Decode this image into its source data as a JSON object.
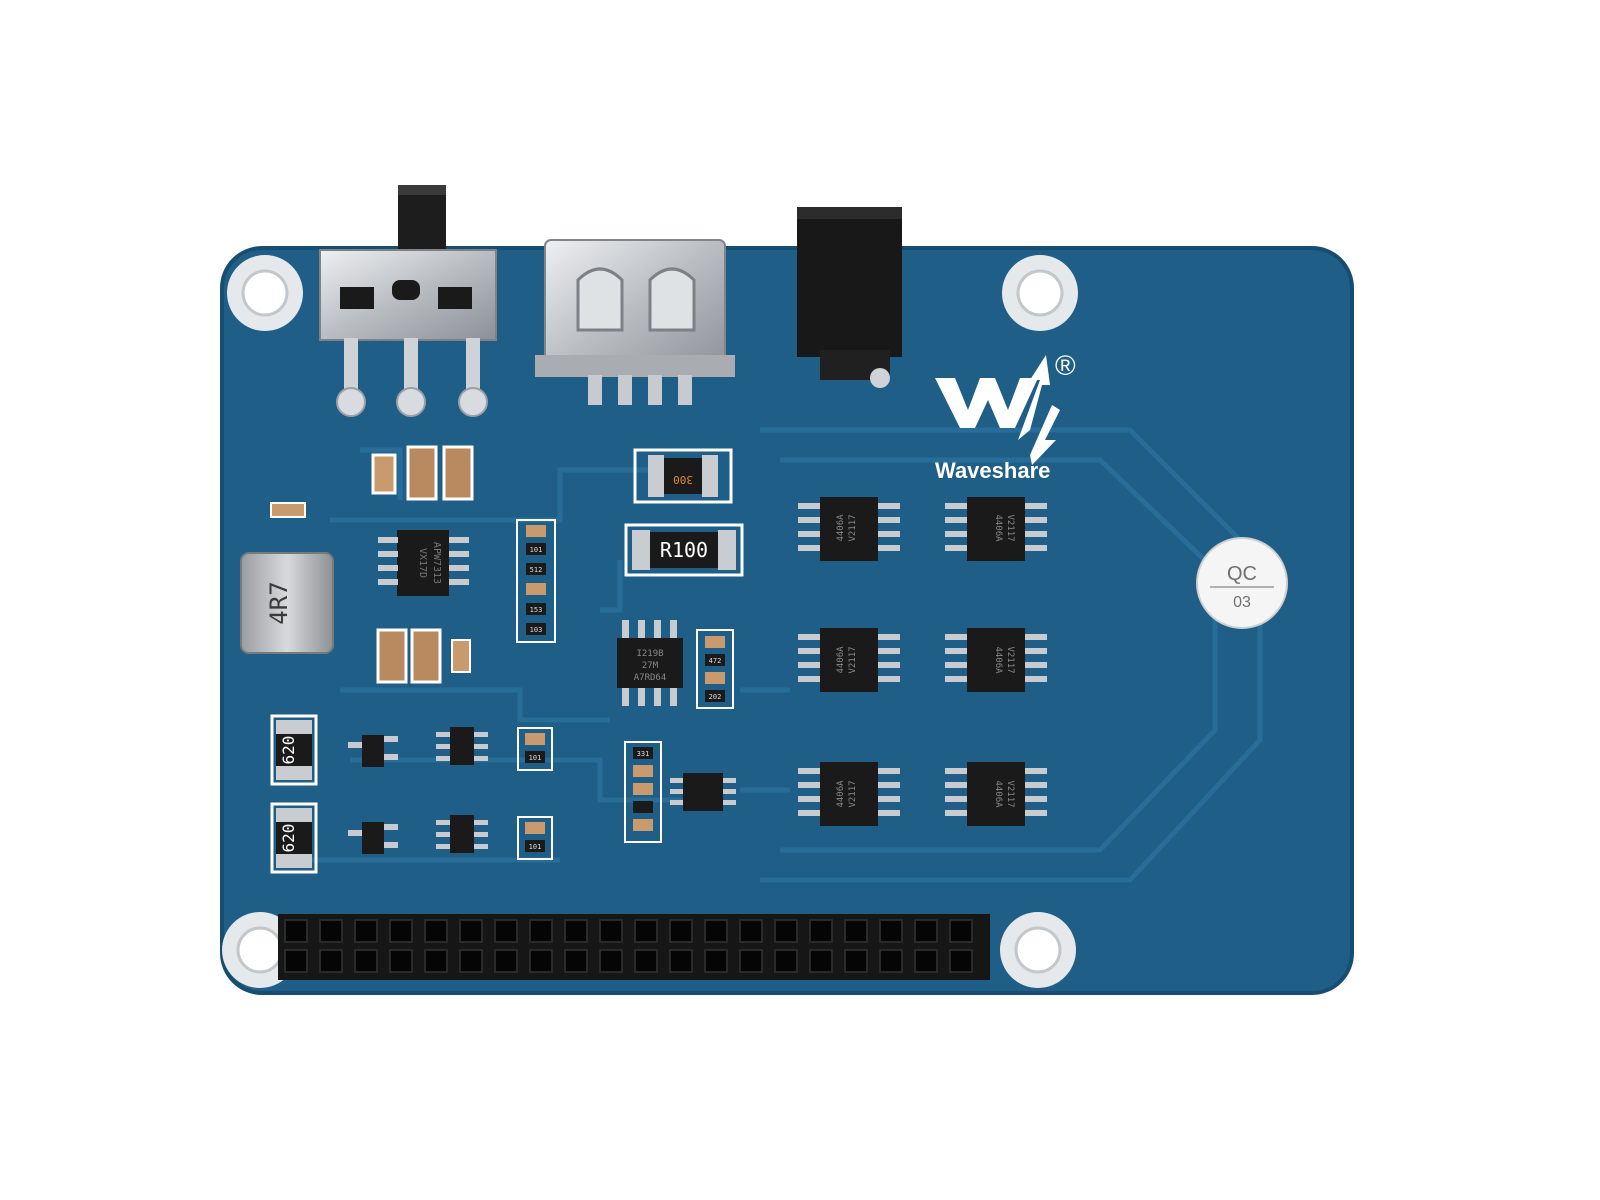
{
  "brand": {
    "logo_text": "Waveshare",
    "registered_mark": "®"
  },
  "qc_sticker": {
    "line1": "QC",
    "line2": "03"
  },
  "markings": {
    "inductor": "4R7",
    "shunt_resistor": "R100",
    "small_resistor": "300",
    "regulator_chip": [
      "APW7313",
      "VX17D"
    ],
    "opamp_chip": [
      "I219B",
      "27M",
      "A7RD64"
    ],
    "mosfet_chip": [
      "4406A",
      "V2117"
    ],
    "resistor_620": "620",
    "resistor_values": [
      "101",
      "512",
      "153",
      "103",
      "472",
      "202",
      "331",
      "101"
    ]
  },
  "colors": {
    "pcb": "#1f5e86",
    "pcb_edge": "#174d70",
    "trace": "#2a6f9a",
    "metal": "#c9ccd0",
    "chip": "#1a1a1a",
    "silkscreen": "#ffffff"
  }
}
